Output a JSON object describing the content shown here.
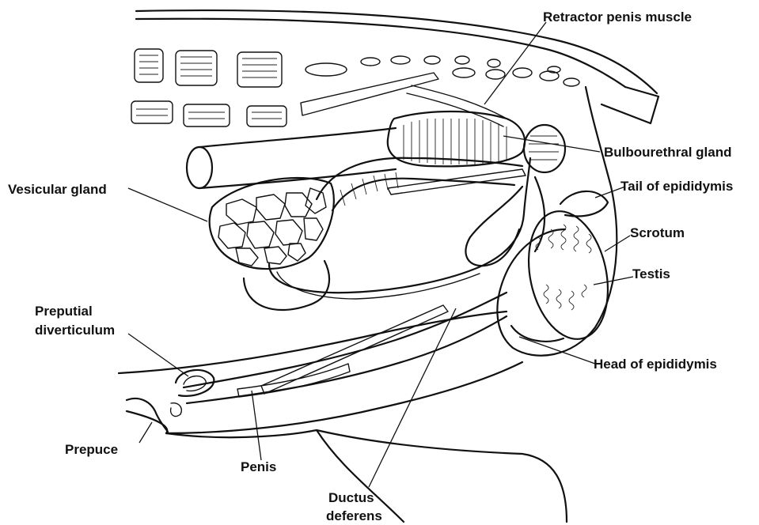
{
  "labels": {
    "retractor_penis_muscle": "Retractor penis muscle",
    "bulbourethral_gland": "Bulbourethral gland",
    "vesicular_gland": "Vesicular gland",
    "tail_of_epididymis": "Tail of epididymis",
    "scrotum": "Scrotum",
    "testis": "Testis",
    "preputial_diverticulum_line1": "Preputial",
    "preputial_diverticulum_line2": "diverticulum",
    "head_of_epididymis": "Head of epididymis",
    "prepuce": "Prepuce",
    "penis": "Penis",
    "ductus_deferens_line1": "Ductus",
    "ductus_deferens_line2": "deferens"
  }
}
